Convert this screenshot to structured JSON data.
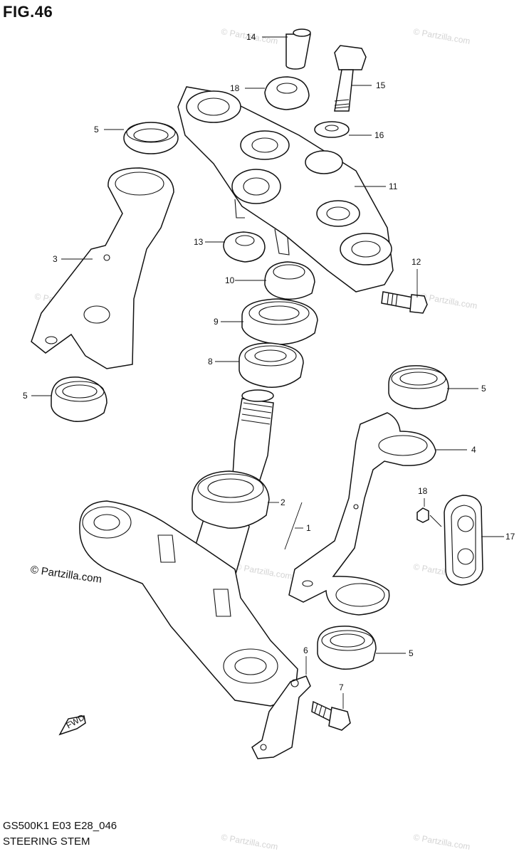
{
  "figure": {
    "title": "FIG.46",
    "code": "GS500K1 E03 E28_046",
    "name": "STEERING STEM",
    "copyright": "© Partzilla.com",
    "watermark": "© Partzilla.com",
    "fwd_label": "FWD"
  },
  "callouts": [
    {
      "id": "c14",
      "label": "14"
    },
    {
      "id": "c18a",
      "label": "18"
    },
    {
      "id": "c15",
      "label": "15"
    },
    {
      "id": "c5a",
      "label": "5"
    },
    {
      "id": "c16",
      "label": "16"
    },
    {
      "id": "c11",
      "label": "11"
    },
    {
      "id": "c3",
      "label": "3"
    },
    {
      "id": "c13",
      "label": "13"
    },
    {
      "id": "c12",
      "label": "12"
    },
    {
      "id": "c10",
      "label": "10"
    },
    {
      "id": "c9",
      "label": "9"
    },
    {
      "id": "c8",
      "label": "8"
    },
    {
      "id": "c5b",
      "label": "5"
    },
    {
      "id": "c5c",
      "label": "5"
    },
    {
      "id": "c4",
      "label": "4"
    },
    {
      "id": "c18b",
      "label": "18"
    },
    {
      "id": "c2",
      "label": "2"
    },
    {
      "id": "c1",
      "label": "1"
    },
    {
      "id": "c17",
      "label": "17"
    },
    {
      "id": "c6",
      "label": "6"
    },
    {
      "id": "c5d",
      "label": "5"
    },
    {
      "id": "c7",
      "label": "7"
    }
  ]
}
